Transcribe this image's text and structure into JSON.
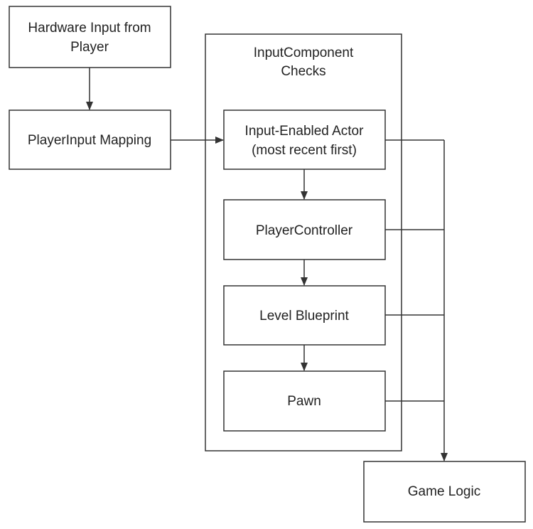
{
  "diagram": {
    "nodes": {
      "hardware_input": {
        "lines": [
          "Hardware Input from",
          "Player"
        ]
      },
      "player_input_mapping": {
        "lines": [
          "PlayerInput Mapping"
        ]
      },
      "input_component_checks": {
        "lines": [
          "InputComponent",
          "Checks"
        ]
      },
      "input_enabled_actor": {
        "lines": [
          "Input-Enabled Actor",
          "(most recent first)"
        ]
      },
      "player_controller": {
        "lines": [
          "PlayerController"
        ]
      },
      "level_blueprint": {
        "lines": [
          "Level Blueprint"
        ]
      },
      "pawn": {
        "lines": [
          "Pawn"
        ]
      },
      "game_logic": {
        "lines": [
          "Game Logic"
        ]
      }
    },
    "edges": [
      {
        "from": "hardware_input",
        "to": "player_input_mapping"
      },
      {
        "from": "player_input_mapping",
        "to": "input_enabled_actor"
      },
      {
        "from": "input_enabled_actor",
        "to": "player_controller"
      },
      {
        "from": "player_controller",
        "to": "level_blueprint"
      },
      {
        "from": "level_blueprint",
        "to": "pawn"
      },
      {
        "from": "input_enabled_actor",
        "to": "game_logic"
      },
      {
        "from": "player_controller",
        "to": "game_logic"
      },
      {
        "from": "level_blueprint",
        "to": "game_logic"
      },
      {
        "from": "pawn",
        "to": "game_logic"
      }
    ],
    "colors": {
      "stroke": "#333333",
      "text": "#222222",
      "background": "#ffffff"
    }
  }
}
